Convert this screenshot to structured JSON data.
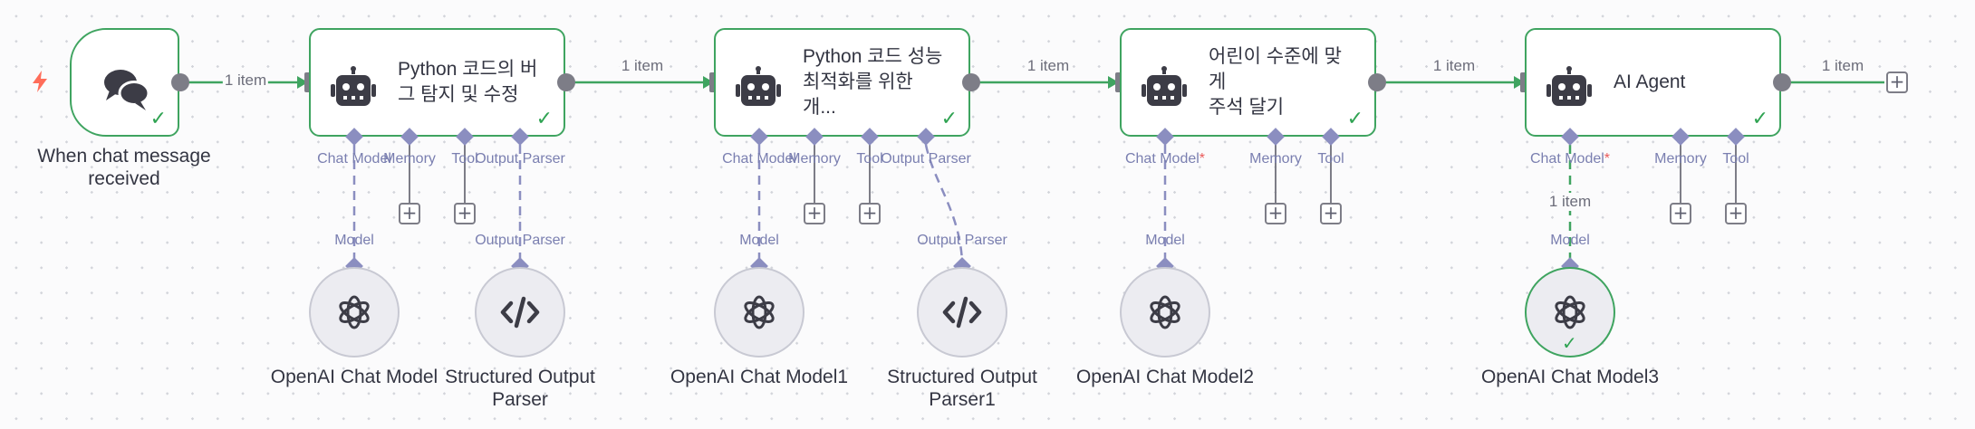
{
  "trigger": {
    "name": "When chat message received",
    "output_label": "1 item",
    "icon": "chat-bubbles-icon"
  },
  "agents": [
    {
      "title": "Python 코드의 버\n그 탐지 및 수정",
      "output_label": "1 item",
      "ports": [
        "Chat Model",
        "Memory",
        "Tool",
        "Output Parser"
      ]
    },
    {
      "title": "Python 코드 성능\n최적화를 위한 개...",
      "output_label": "1 item",
      "ports": [
        "Chat Model",
        "Memory",
        "Tool",
        "Output Parser"
      ]
    },
    {
      "title": "어린이 수준에 맞게\n주석 달기",
      "output_label": "1 item",
      "ports": [
        "Chat Model",
        "Memory",
        "Tool"
      ]
    },
    {
      "title": "AI Agent",
      "output_label": "1 item",
      "ports": [
        "Chat Model",
        "Memory",
        "Tool"
      ]
    }
  ],
  "required_marker": "*",
  "sub_nodes": [
    {
      "name": "OpenAI Chat Model",
      "port_label": "Model",
      "icon": "openai-icon"
    },
    {
      "name": "Structured Output\nParser",
      "port_label": "Output Parser",
      "icon": "code-icon"
    },
    {
      "name": "OpenAI Chat Model1",
      "port_label": "Model",
      "icon": "openai-icon"
    },
    {
      "name": "Structured Output\nParser1",
      "port_label": "Output Parser",
      "icon": "code-icon"
    },
    {
      "name": "OpenAI Chat Model2",
      "port_label": "Model",
      "icon": "openai-icon"
    },
    {
      "name": "OpenAI Chat Model3",
      "port_label": "Model",
      "icon": "openai-icon"
    }
  ],
  "model3_connection_label": "1 item",
  "add_button_symbol": "+",
  "success_symbol": "✓",
  "colors": {
    "success": "#3fa460",
    "handle": "#7d7d87",
    "sub_port": "#8b8ec0",
    "trigger_bolt": "#ff6d5a",
    "required": "#ea5a5a"
  }
}
